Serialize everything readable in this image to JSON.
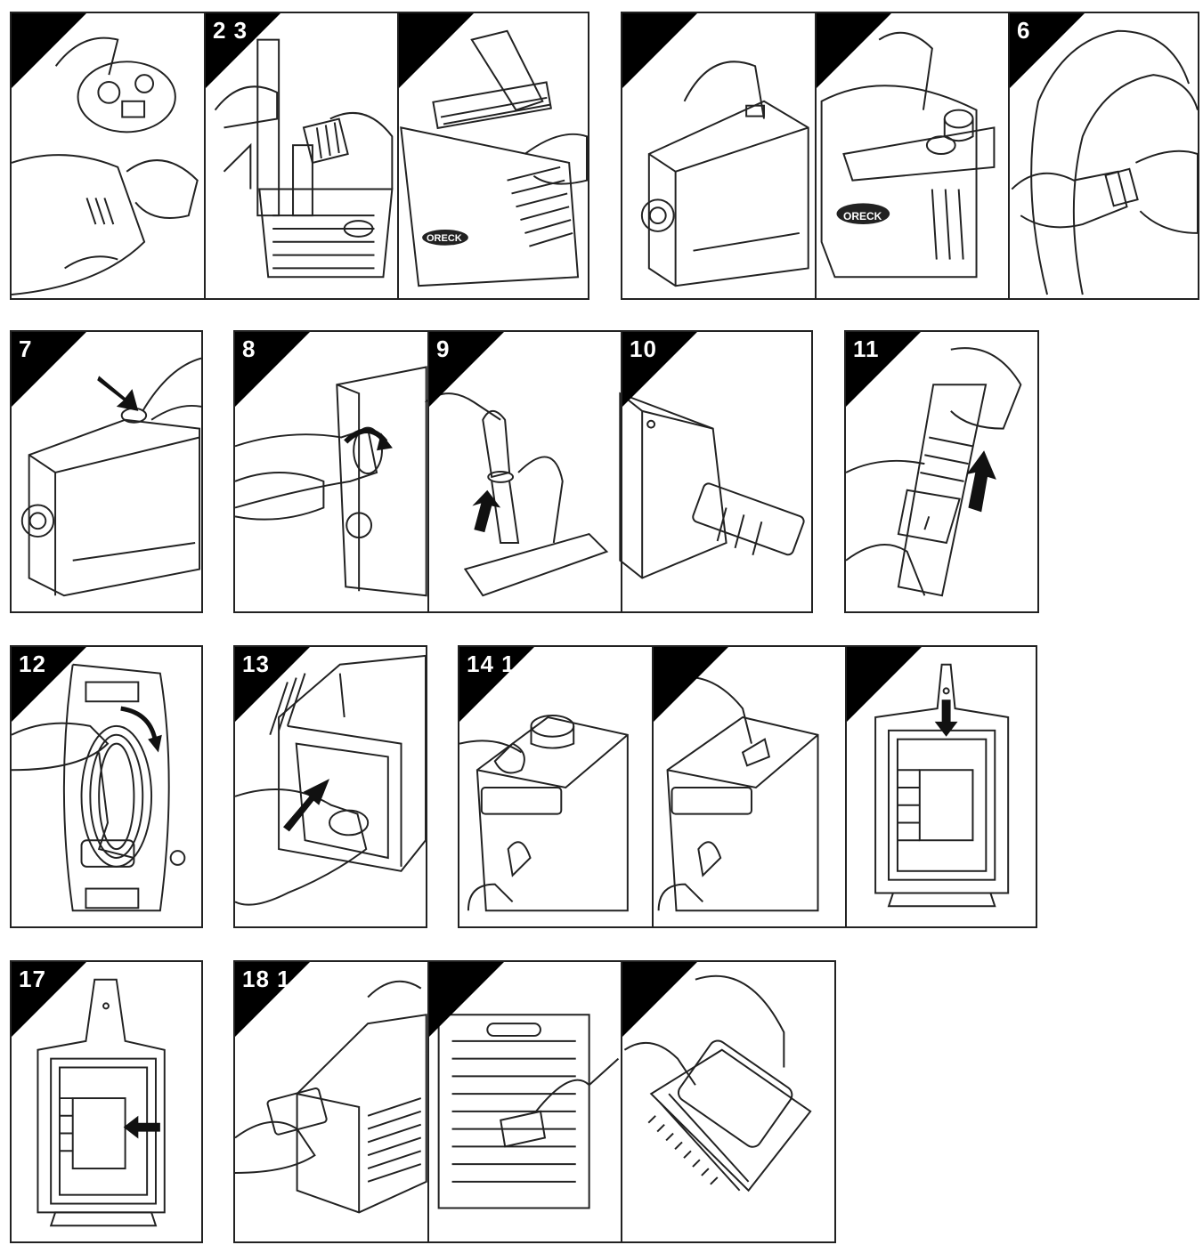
{
  "brand": {
    "logo_text": "ORECK"
  },
  "panels": [
    {
      "id": "p1",
      "label": ""
    },
    {
      "id": "p2",
      "label": "2 3"
    },
    {
      "id": "p3",
      "label": ""
    },
    {
      "id": "p4",
      "label": ""
    },
    {
      "id": "p5",
      "label": ""
    },
    {
      "id": "p6",
      "label": "6"
    },
    {
      "id": "p7",
      "label": "7"
    },
    {
      "id": "p8",
      "label": "8"
    },
    {
      "id": "p9",
      "label": "9"
    },
    {
      "id": "p10",
      "label": "10"
    },
    {
      "id": "p11",
      "label": "11"
    },
    {
      "id": "p12",
      "label": "12"
    },
    {
      "id": "p13",
      "label": "13"
    },
    {
      "id": "p14",
      "label": "14 1"
    },
    {
      "id": "p15",
      "label": ""
    },
    {
      "id": "p16",
      "label": ""
    },
    {
      "id": "p17",
      "label": "17"
    },
    {
      "id": "p18",
      "label": "18 1"
    },
    {
      "id": "p19",
      "label": ""
    },
    {
      "id": "p20",
      "label": ""
    }
  ],
  "colors": {
    "line": "#222222",
    "fill": "#ffffff",
    "corner": "#000000"
  }
}
